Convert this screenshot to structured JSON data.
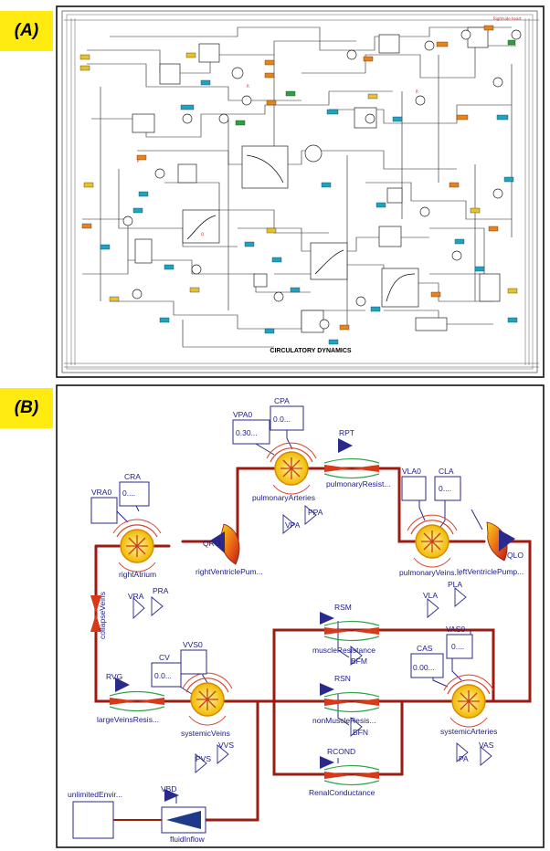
{
  "panel_a": {
    "tag": "(A)",
    "caption": "CIRCULATORY DYNAMICS",
    "colors": {
      "orange": "#e8821e",
      "yellow": "#e8c030",
      "teal": "#1fa3c4",
      "red": "#cc2222",
      "green": "#2e9e44",
      "line": "#222222"
    }
  },
  "panel_b": {
    "tag": "(B)",
    "colors": {
      "vessel": "#9b1b10",
      "wire": "#2a2a8a",
      "label": "#1a1a8c",
      "flow_red": "#d63a1a",
      "flow_green": "#2fa64a"
    },
    "labels": {
      "vpa0": "VPA0",
      "cpa": "CPA",
      "cpa_val": "0.0...",
      "vpa0_val": "0.30...",
      "rpt": "RPT",
      "pulm_res": "pulmonaryResist...",
      "pulm_art": "pulmonaryArteries",
      "vpa": "VPA",
      "ppa": "PPA",
      "vra0": "VRA0",
      "cra": "CRA",
      "cra_val": "0....",
      "right_atrium": "rightAtrium",
      "qro": "QRO",
      "rv_pump": "rightVentriclePum...",
      "vra": "VRA",
      "pra": "PRA",
      "vla0": "VLA0",
      "cla": "CLA",
      "cla_val": "0....",
      "pulm_veins": "pulmonaryVeins...",
      "qlo": "QLO",
      "lv_pump": "leftVentriclePump...",
      "vla": "VLA",
      "pla": "PLA",
      "collapse_veins": "collapseVeins",
      "rsm": "RSM",
      "muscle_res": "muscleResistance",
      "bfm": "BFM",
      "rsn": "RSN",
      "nonmuscle_res": "nonMuscleResis...",
      "bfn": "BFN",
      "rcond": "RCOND",
      "renal": "RenalConductance",
      "vas0": "VAS0",
      "vas0_val": "0....",
      "cas": "CAS",
      "cas_val": "0.00...",
      "sys_art": "systemicArteries",
      "pa": "PA",
      "vas": "VAS",
      "vvs0": "VVS0",
      "cv": "CV",
      "cv_val": "0.0...",
      "rvg": "RVG",
      "large_veins": "largeVeinsResis...",
      "sys_veins": "systemicVeins",
      "pvs": "PVS",
      "vvs": "VVS",
      "unlimited": "unlimitedEnvir...",
      "vbd": "VBD",
      "fluid_inflow": "fluidInflow"
    }
  }
}
